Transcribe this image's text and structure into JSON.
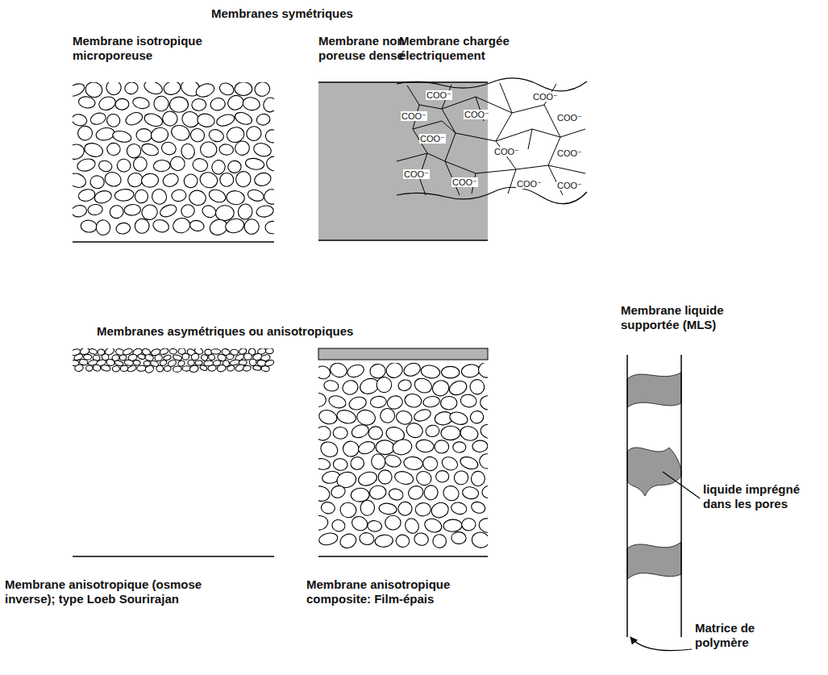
{
  "diagram": {
    "labels": [
      "Membranes symétriques",
      "Membrane isotropique microporeuse",
      "Membrane non poreuse dense",
      "Membrane chargée électriquement",
      "COO⁻",
      "COO⁻",
      "COO⁻",
      "COO⁻",
      "COO⁻",
      "COO⁻",
      "COO⁻",
      "COO⁻",
      "COO⁻",
      "COO⁻",
      "COO⁻",
      "COO⁻",
      "Membranes asymétriques ou anisotropiques",
      "Membrane liquide supportée (MLS)",
      "liquide imprégné dans les pores",
      "Membrane anisotropique (osmose inverse); type Loeb Sourirajan",
      "Membrane anisotropique composite: Film-épais",
      "Matrice de polymère"
    ]
  }
}
